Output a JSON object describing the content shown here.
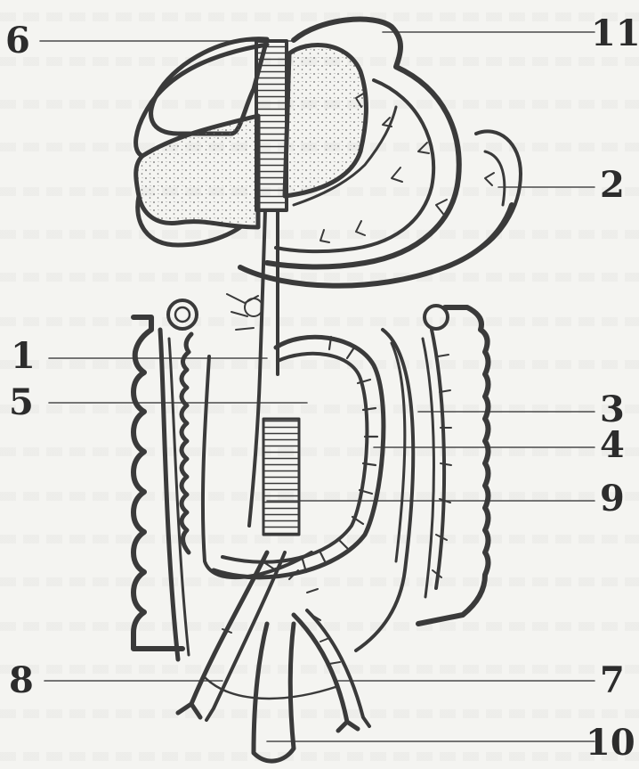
{
  "diagram": {
    "labels": {
      "l1": "1",
      "l2": "2",
      "l3": "3",
      "l4": "4",
      "l5": "5",
      "l6": "6",
      "l7": "7",
      "l8": "8",
      "l9": "9",
      "l10": "10",
      "l11": "11"
    }
  },
  "colors": {
    "ink": "#3a3a3a",
    "paper": "#f4f4f1",
    "stipple": "#6a6a6a"
  }
}
